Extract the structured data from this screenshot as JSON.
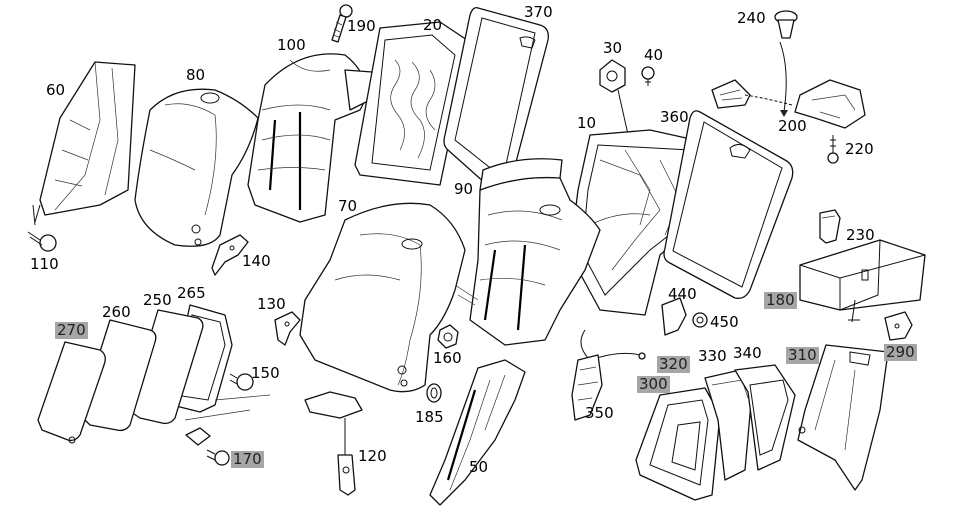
{
  "parts": {
    "p10": "10",
    "p20": "20",
    "p30": "30",
    "p40": "40",
    "p50": "50",
    "p60": "60",
    "p70": "70",
    "p80": "80",
    "p90": "90",
    "p100": "100",
    "p110": "110",
    "p120": "120",
    "p130": "130",
    "p140": "140",
    "p150": "150",
    "p160": "160",
    "p170": "170",
    "p180": "180",
    "p185": "185",
    "p190": "190",
    "p200": "200",
    "p220": "220",
    "p230": "230",
    "p240": "240",
    "p250": "250",
    "p260": "260",
    "p265": "265",
    "p270": "270",
    "p290": "290",
    "p300": "300",
    "p310": "310",
    "p320": "320",
    "p330": "330",
    "p340": "340",
    "p350": "350",
    "p360": "360",
    "p370": "370",
    "p440": "440",
    "p450": "450"
  },
  "highlighted_parts": [
    "170",
    "180",
    "270",
    "290",
    "300",
    "310",
    "320"
  ],
  "colors": {
    "highlight": "#a6a6a6",
    "line": "#111111",
    "background": "#ffffff"
  }
}
